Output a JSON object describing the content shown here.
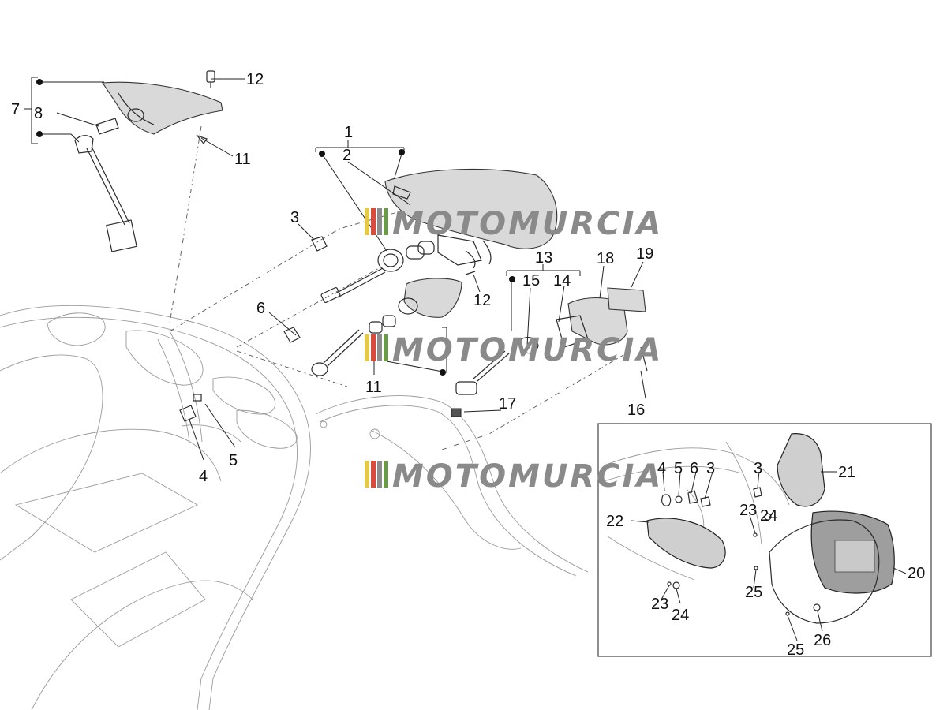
{
  "watermark": {
    "text": "MOTOMURCIA",
    "stripe_colors": [
      "#e3c84a",
      "#d94b3d",
      "#8c8c8c",
      "#6c9a4b"
    ]
  },
  "callouts": {
    "c1": "1",
    "c2": "2",
    "c3a": "3",
    "c4a": "4",
    "c5a": "5",
    "c6a": "6",
    "c7": "7",
    "c8": "8",
    "c11a": "11",
    "c11b": "11",
    "c12a": "12",
    "c12b": "12",
    "c13": "13",
    "c14": "14",
    "c15": "15",
    "c16": "16",
    "c17": "17",
    "c18": "18",
    "c19": "19",
    "i4": "4",
    "i5": "5",
    "i6": "6",
    "i3a": "3",
    "i3b": "3",
    "i21": "21",
    "i22": "22",
    "i23a": "23",
    "i24a": "24",
    "i23b": "23",
    "i24b": "24",
    "i25a": "25",
    "i25b": "25",
    "i20": "20",
    "i26": "26"
  }
}
